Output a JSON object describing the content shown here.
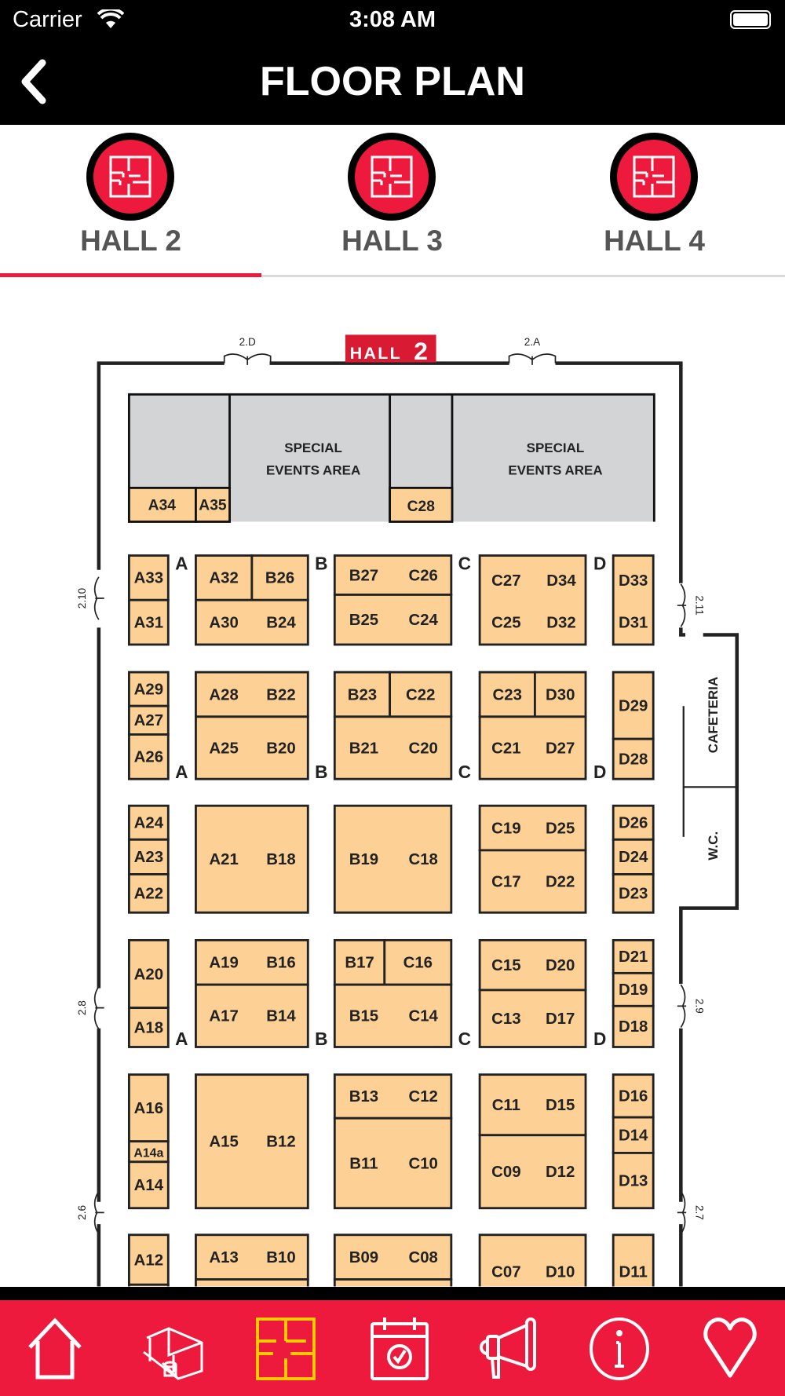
{
  "status": {
    "carrier": "Carrier",
    "time": "3:08 AM"
  },
  "header": {
    "title": "FLOOR PLAN"
  },
  "tabs": [
    {
      "label": "HALL 2",
      "active": true
    },
    {
      "label": "HALL 3"
    },
    {
      "label": "HALL 4"
    }
  ],
  "plan": {
    "badge_text": "HALL",
    "badge_number": "2",
    "doors": [
      "2.D",
      "2.A",
      "2.10",
      "2.11",
      "2.8",
      "2.9",
      "2.6",
      "2.7"
    ],
    "special_events": [
      "SPECIAL",
      "EVENTS AREA"
    ],
    "aisles": [
      "A",
      "B",
      "C",
      "D"
    ],
    "rooms": {
      "cafeteria": "CAFETERIA",
      "wc": "W.C."
    },
    "top_booths": [
      "A34",
      "A35",
      "C28"
    ],
    "booths": [
      [
        "A33"
      ],
      [
        "A31"
      ],
      [
        "A32"
      ],
      [
        "B26"
      ],
      [
        "A30",
        "B24"
      ],
      [
        "B27",
        "C26"
      ],
      [
        "B25",
        "C24"
      ],
      [
        "C27",
        "D34",
        "C25",
        "D32"
      ],
      [
        "D33",
        "D31"
      ],
      [
        "A29"
      ],
      [
        "A27"
      ],
      [
        "A26"
      ],
      [
        "A28",
        "B22"
      ],
      [
        "A25",
        "B20"
      ],
      [
        "B23"
      ],
      [
        "C22"
      ],
      [
        "B21",
        "C20"
      ],
      [
        "C23"
      ],
      [
        "D30"
      ],
      [
        "C21",
        "D27"
      ],
      [
        "D29"
      ],
      [
        "D28"
      ],
      [
        "A24"
      ],
      [
        "A23"
      ],
      [
        "A22"
      ],
      [
        "A21",
        "B18"
      ],
      [
        "B19",
        "C18"
      ],
      [
        "C19",
        "D25"
      ],
      [
        "C17",
        "D22"
      ],
      [
        "D26"
      ],
      [
        "D24"
      ],
      [
        "D23"
      ],
      [
        "A20"
      ],
      [
        "A18"
      ],
      [
        "A19",
        "B16"
      ],
      [
        "A17",
        "B14"
      ],
      [
        "B17"
      ],
      [
        "C16"
      ],
      [
        "B15",
        "C14"
      ],
      [
        "C15",
        "D20"
      ],
      [
        "C13",
        "D17"
      ],
      [
        "D21"
      ],
      [
        "D19"
      ],
      [
        "D18"
      ],
      [
        "A16"
      ],
      [
        "A14a"
      ],
      [
        "A14"
      ],
      [
        "A15",
        "B12"
      ],
      [
        "B13",
        "C12"
      ],
      [
        "B11",
        "C10"
      ],
      [
        "C11",
        "D15"
      ],
      [
        "C09",
        "D12"
      ],
      [
        "D16"
      ],
      [
        "D14"
      ],
      [
        "D13"
      ],
      [
        "A12"
      ],
      [
        "A13",
        "B10"
      ],
      [
        "B09",
        "C08"
      ],
      [
        "C07",
        "D10"
      ],
      [
        "D11"
      ],
      [],
      [],
      []
    ]
  },
  "nav": [
    {
      "icon": "home-icon"
    },
    {
      "icon": "exhibitor-booth-icon"
    },
    {
      "icon": "floor-plan-icon",
      "active": true
    },
    {
      "icon": "calendar-icon"
    },
    {
      "icon": "megaphone-icon"
    },
    {
      "icon": "info-icon"
    },
    {
      "icon": "heart-icon"
    }
  ],
  "colors": {
    "accent": "#ED1A3D",
    "booth": "#FDD195",
    "special": "#D3D4D6",
    "nav_active": "#FFC800"
  }
}
